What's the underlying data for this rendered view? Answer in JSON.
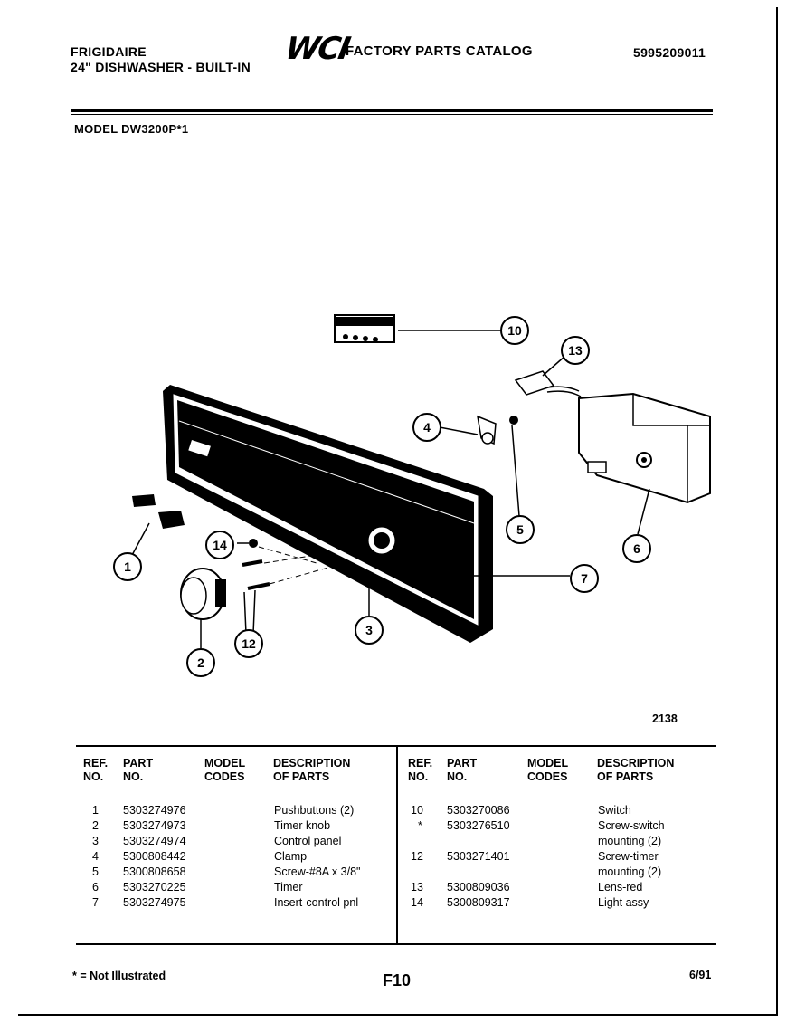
{
  "header": {
    "brand": "FRIGIDAIRE",
    "product": "24\" DISHWASHER - BUILT-IN",
    "logo": "WCI",
    "catalog_title": "FACTORY PARTS CATALOG",
    "catalog_number": "5995209011",
    "model": "MODEL DW3200P*1"
  },
  "diagram": {
    "figure_number": "2138",
    "callouts": [
      "1",
      "2",
      "3",
      "4",
      "5",
      "6",
      "7",
      "10",
      "12",
      "13",
      "14"
    ]
  },
  "table": {
    "left_headers": [
      "REF.\nNO.",
      "PART\nNO.",
      "MODEL\nCODES",
      "DESCRIPTION\nOF PARTS"
    ],
    "right_headers": [
      "REF.\nNO.",
      "PART\nNO.",
      "MODEL\nCODES",
      "DESCRIPTION\nOF PARTS"
    ],
    "left_rows": [
      {
        "ref": "1",
        "part": "5303274976",
        "codes": "",
        "desc": "Pushbuttons (2)"
      },
      {
        "ref": "2",
        "part": "5303274973",
        "codes": "",
        "desc": "Timer knob"
      },
      {
        "ref": "3",
        "part": "5303274974",
        "codes": "",
        "desc": "Control panel"
      },
      {
        "ref": "4",
        "part": "5300808442",
        "codes": "",
        "desc": "Clamp"
      },
      {
        "ref": "5",
        "part": "5300808658",
        "codes": "",
        "desc": "Screw-#8A x 3/8\""
      },
      {
        "ref": "6",
        "part": "5303270225",
        "codes": "",
        "desc": "Timer"
      },
      {
        "ref": "7",
        "part": "5303274975",
        "codes": "",
        "desc": "Insert-control pnl"
      }
    ],
    "right_rows": [
      {
        "ref": "10",
        "part": "5303270086",
        "codes": "",
        "desc": "Switch"
      },
      {
        "ref": "*",
        "part": "5303276510",
        "codes": "",
        "desc": "Screw-switch"
      },
      {
        "ref": "",
        "part": "",
        "codes": "",
        "desc": "mounting (2)"
      },
      {
        "ref": "12",
        "part": "5303271401",
        "codes": "",
        "desc": "Screw-timer"
      },
      {
        "ref": "",
        "part": "",
        "codes": "",
        "desc": "mounting (2)"
      },
      {
        "ref": "13",
        "part": "5300809036",
        "codes": "",
        "desc": "Lens-red"
      },
      {
        "ref": "14",
        "part": "5300809317",
        "codes": "",
        "desc": "Light assy"
      }
    ]
  },
  "footer": {
    "note": "* = Not Illustrated",
    "page": "F10",
    "date": "6/91"
  }
}
